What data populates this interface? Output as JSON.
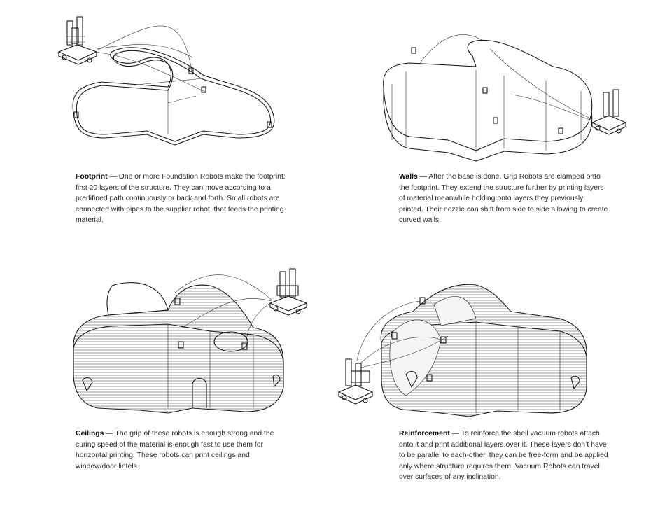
{
  "panels": {
    "footprint": {
      "title": "Footprint",
      "separator": " — ",
      "body": "One or more Foundation Robots make the footprint: first 20 layers of the structure. They can move according to a predifined path continuously or back and forth. Small robots are connected with pipes to the supplier robot, that feeds the printing material."
    },
    "walls": {
      "title": "Walls",
      "separator": " — ",
      "body": "After the base is done, Grip Robots are clamped onto the footprint. They extend the structure further by printing layers of material meanwhile holding onto layers they previously printed. Their nozzle can shift from side to side allowing to create curved walls."
    },
    "ceilings": {
      "title": "Ceilings",
      "separator": " — ",
      "body": "The grip of these robots is enough strong and the curing speed of the material is enough fast to use them for horizontal printing. These robots can print ceilings and window/door lintels."
    },
    "reinforcement": {
      "title": "Reinforcement",
      "separator": " — ",
      "body": "To reinforce the shell vacuum robots attach onto it and print additional layers over it. These layers don’t have to be parallel to each-other, they can be free-form and be applied only where structure requires them. Vacuum Robots can travel over surfaces of any inclination."
    }
  },
  "icons": [
    "supplier-robot-icon",
    "grip-robot-icon",
    "vacuum-robot-icon"
  ]
}
